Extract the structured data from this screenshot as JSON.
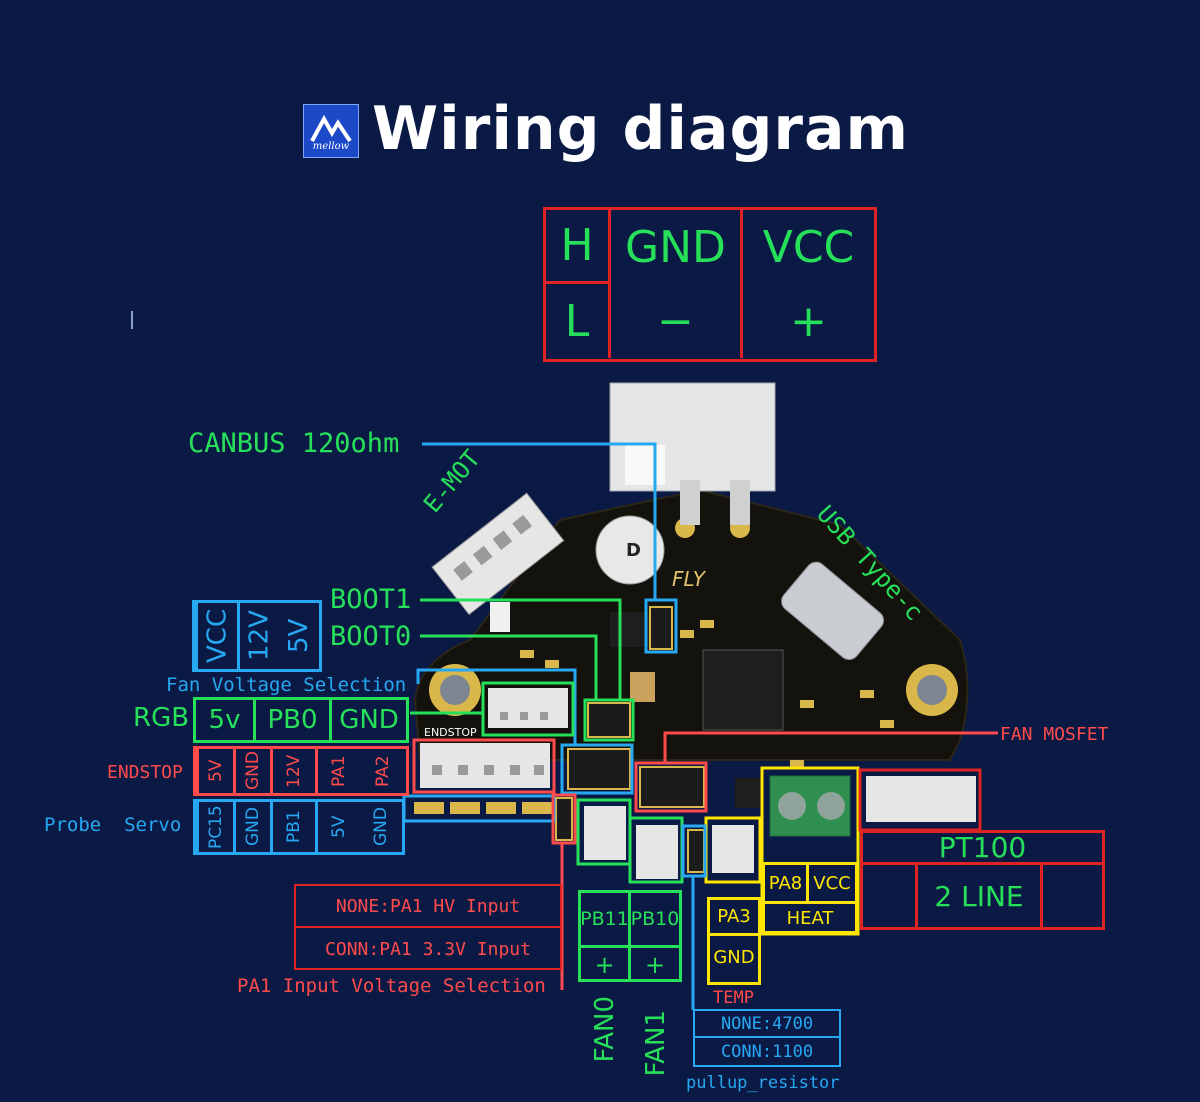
{
  "header": {
    "title": "Wiring diagram",
    "logo_text": "mellow"
  },
  "can_table": {
    "rows": [
      [
        "H",
        "GND",
        "VCC"
      ],
      [
        "L",
        "−",
        "+"
      ]
    ]
  },
  "labels": {
    "canbus": "CANBUS 120ohm",
    "emot": "E-MOT",
    "usb": "USB Type-c",
    "boot1": "BOOT1",
    "boot0": "BOOT0",
    "fan_voltage_selection": "Fan Voltage Selection",
    "rgb": "RGB",
    "endstop": "ENDSTOP",
    "probe_servo": "Probe  Servo",
    "fan_mosfet": "FAN MOSFET",
    "pa1_input_voltage_selection": "PA1 Input Voltage Selection",
    "temp": "TEMP",
    "pullup_resistor": "pullup_resistor",
    "fan0": "FAN0",
    "fan1": "FAN1",
    "board_fly": "FLY",
    "board_endstop": "ENDSTOP",
    "board_d": "D"
  },
  "fan_voltage": [
    "VCC",
    "12V",
    "5V"
  ],
  "rgb_pins": [
    "5v",
    "PB0",
    "GND"
  ],
  "endstop_pins": [
    "5V",
    "GND",
    "12V",
    "PA1",
    "PA2"
  ],
  "probe_pins": [
    "PC15",
    "GND",
    "PB1",
    "5V",
    "GND"
  ],
  "pa1_options": [
    "NONE:PA1 HV Input",
    "CONN:PA1 3.3V Input"
  ],
  "fan_pins": [
    "PB11",
    "PB10"
  ],
  "fan_plus": [
    "+",
    "+"
  ],
  "temp_pins": [
    "PA3",
    "GND"
  ],
  "pullup_options": [
    "NONE:4700",
    "CONN:1100"
  ],
  "heat": {
    "pins": [
      "PA8",
      "VCC"
    ],
    "label": "HEAT"
  },
  "pt100": {
    "title": "PT100",
    "line": "2 LINE"
  },
  "colors": {
    "background": "#0b1a45",
    "green": "#27e05a",
    "red": "#ff4b4b",
    "blue": "#26a8f2",
    "yellow": "#ffe600"
  }
}
